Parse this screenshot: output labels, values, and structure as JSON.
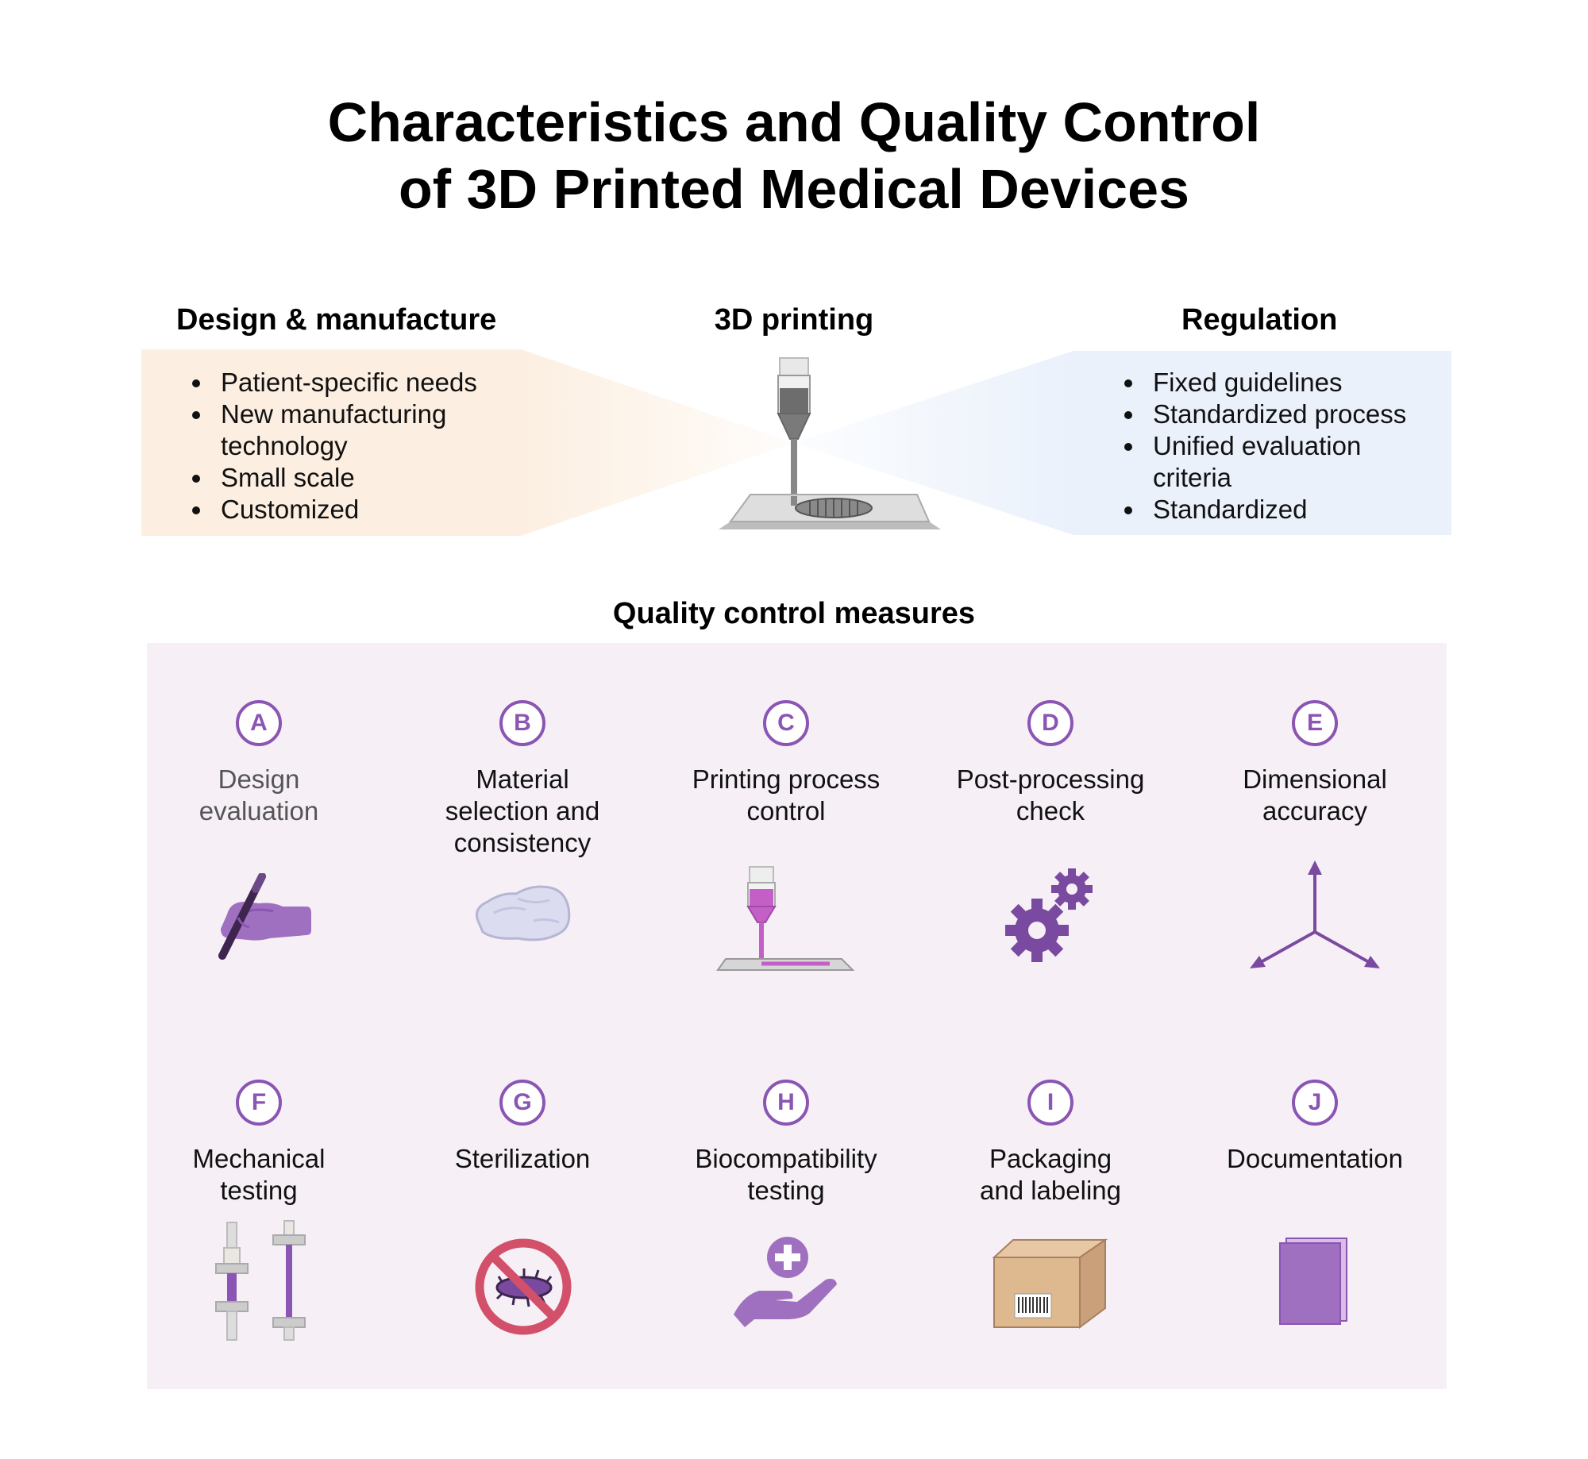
{
  "title": {
    "line1": "Characteristics and Quality Control",
    "line2": "of 3D Printed Medical Devices"
  },
  "design": {
    "heading": "Design & manufacture",
    "items": [
      "Patient-specific needs",
      "New manufacturing technology",
      "Small scale",
      "Customized"
    ]
  },
  "printing": {
    "heading": "3D printing"
  },
  "regulation": {
    "heading": "Regulation",
    "items": [
      "Fixed guidelines",
      "Standardized process",
      "Unified evaluation criteria",
      "Standardized"
    ]
  },
  "quality": {
    "heading": "Quality control measures",
    "measures": [
      {
        "letter": "A",
        "label": "Design\nevaluation",
        "icon": "hand-pen-icon"
      },
      {
        "letter": "B",
        "label": "Material\nselection and\nconsistency",
        "icon": "material-lump-icon"
      },
      {
        "letter": "C",
        "label": "Printing process\ncontrol",
        "icon": "printing-nozzle-icon"
      },
      {
        "letter": "D",
        "label": "Post-processing\ncheck",
        "icon": "gears-icon"
      },
      {
        "letter": "E",
        "label": "Dimensional\naccuracy",
        "icon": "xyz-axes-icon"
      },
      {
        "letter": "F",
        "label": "Mechanical\ntesting",
        "icon": "tensile-test-icon"
      },
      {
        "letter": "G",
        "label": "Sterilization",
        "icon": "no-bacteria-icon"
      },
      {
        "letter": "H",
        "label": "Biocompatibility\ntesting",
        "icon": "hand-cross-icon"
      },
      {
        "letter": "I",
        "label": "Packaging\nand labeling",
        "icon": "barcode-box-icon"
      },
      {
        "letter": "J",
        "label": "Documentation",
        "icon": "book-icon"
      }
    ]
  },
  "colors": {
    "accent_purple": "#8a55b3",
    "icon_purple": "#a070c0",
    "design_box": "#fcefe1",
    "regulation_box": "#eaf1fb",
    "panel": "#f6f0f6",
    "prohibition_red": "#d2506a"
  }
}
